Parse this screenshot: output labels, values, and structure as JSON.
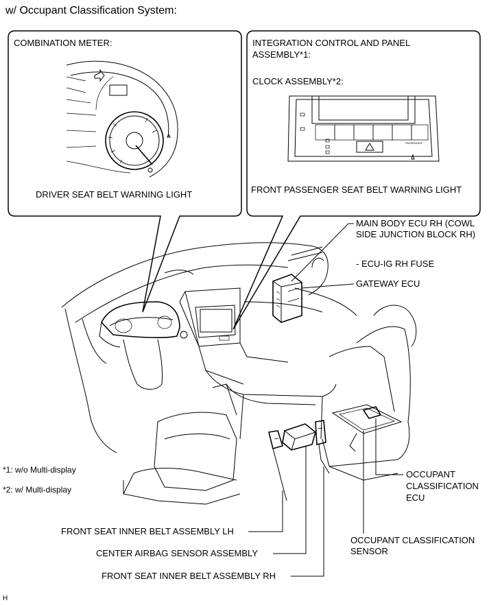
{
  "header": {
    "title": "w/ Occupant Classification System:"
  },
  "inset_left": {
    "heading": "COMBINATION METER:",
    "callout": "DRIVER SEAT BELT WARNING LIGHT"
  },
  "inset_right": {
    "heading_line1": "INTEGRATION CONTROL AND PANEL",
    "heading_line2": "ASSEMBLY*1:",
    "heading_line3": "CLOCK ASSEMBLY*2:",
    "callout": "FRONT PASSENGER SEAT BELT WARNING LIGHT",
    "panel_label": "PASSENGER"
  },
  "labels": {
    "main_body_ecu_line1": "MAIN BODY ECU RH (COWL",
    "main_body_ecu_line2": "SIDE JUNCTION BLOCK RH)",
    "ecu_ig_fuse": "- ECU-IG RH FUSE",
    "gateway_ecu": "GATEWAY ECU",
    "occupant_ecu_line1": "OCCUPANT",
    "occupant_ecu_line2": "CLASSIFICATION",
    "occupant_ecu_line3": "ECU",
    "occupant_sensor_line1": "OCCUPANT CLASSIFICATION",
    "occupant_sensor_line2": "SENSOR",
    "belt_lh": "FRONT SEAT INNER BELT ASSEMBLY LH",
    "airbag_sensor": "CENTER AIRBAG SENSOR ASSEMBLY",
    "belt_rh": "FRONT SEAT INNER BELT ASSEMBLY RH"
  },
  "footnotes": [
    "*1: w/o Multi-display",
    "*2: w/ Multi-display"
  ],
  "corner_code": "H"
}
